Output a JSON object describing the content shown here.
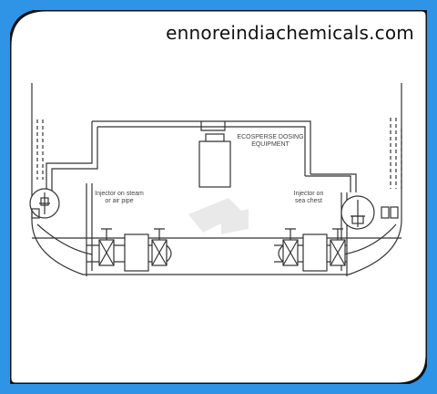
{
  "site": {
    "title": "ennoreindiachemicals.com"
  },
  "labels": {
    "dosing_equipment": "ECOSPERSE DOSING\nEQUIPMENT",
    "injector_left": "Injector on steam\nor air pipe",
    "injector_right": "Injector on\nsea chest"
  },
  "colors": {
    "border": "#2f93e6",
    "panel": "#ffffff",
    "ink": "#333333"
  }
}
